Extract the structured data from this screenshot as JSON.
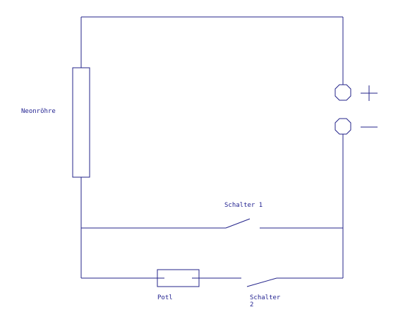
{
  "diagram": {
    "colors": {
      "line": "#23238a",
      "background": "#ffffff"
    },
    "labels": {
      "neon": "Neonröhre",
      "switch1": "Schalter 1",
      "poti": "Potl",
      "switch2_line1": "Schalter",
      "switch2_line2": "2"
    },
    "symbols": {
      "terminal_plus": "+",
      "terminal_minus": "—"
    }
  }
}
